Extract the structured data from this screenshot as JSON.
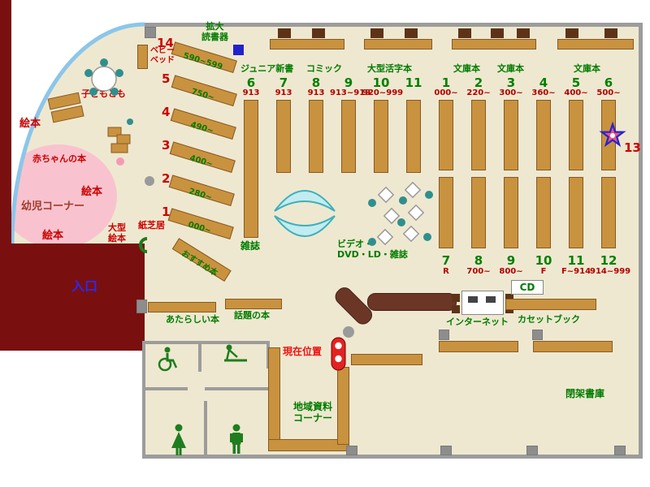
{
  "labels": {
    "magnifier": "拡大\n読書器",
    "entrance": "入口",
    "current_location": "現在位置",
    "toddler_corner": "幼児コーナー",
    "baby_books": "赤ちゃんの本",
    "kids_magazine": "子どもとも",
    "baby_bed": "ベビー\nベッド",
    "picture_books": "絵本",
    "large_picture_books": "大型\n絵本",
    "kamishibai": "紙芝居",
    "recommended": "おすすめ本",
    "magazines": "雑誌",
    "av_corner": "ビデオ・\nDVD・LD・雑誌",
    "internet": "インターネット",
    "cd": "CD",
    "cassette_books": "カセットブック",
    "new_books": "あたらしい本",
    "topic_books": "話題の本",
    "regional_corner": "地域資料\nコーナー",
    "closed_stacks": "閉架書庫",
    "area_13": "13"
  },
  "left_shelves": [
    {
      "num": "14",
      "range": "590~599"
    },
    {
      "num": "5",
      "range": "750~"
    },
    {
      "num": "4",
      "range": "490~"
    },
    {
      "num": "3",
      "range": "400~"
    },
    {
      "num": "2",
      "range": "280~"
    },
    {
      "num": "1",
      "range": "000~"
    }
  ],
  "sections": [
    "ジュニア新書",
    "コミック",
    "大型活字本",
    "文庫本",
    "文庫本",
    "文庫本"
  ],
  "upper_columns": [
    {
      "num": "6",
      "range": "913"
    },
    {
      "num": "7",
      "range": "913"
    },
    {
      "num": "8",
      "range": "913"
    },
    {
      "num": "9",
      "range": "913~919"
    },
    {
      "num": "10",
      "range": "920~999"
    },
    {
      "num": "11",
      "range": ""
    },
    {
      "num": "1",
      "range": "000~"
    },
    {
      "num": "2",
      "range": "220~"
    },
    {
      "num": "3",
      "range": "300~"
    },
    {
      "num": "4",
      "range": "360~"
    },
    {
      "num": "5",
      "range": "400~"
    },
    {
      "num": "6",
      "range": "500~"
    }
  ],
  "lower_columns": [
    {
      "num": "7",
      "range": "R"
    },
    {
      "num": "8",
      "range": "700~"
    },
    {
      "num": "9",
      "range": "800~"
    },
    {
      "num": "10",
      "range": "F"
    },
    {
      "num": "11",
      "range": "F~914"
    },
    {
      "num": "12",
      "range": "914~999"
    }
  ],
  "colors": {
    "wall_maroon": "#7a0f0f",
    "shelf_tan": "#c9923f",
    "label_green": "#007c00",
    "label_red": "#cc0000",
    "entrance_blue": "#2a2af0",
    "floor_cream": "#efe8d0",
    "toddler_pink": "#f8c3cf",
    "glass_blue": "#8cc6ea",
    "couch_cyan": "#c2ecef"
  }
}
